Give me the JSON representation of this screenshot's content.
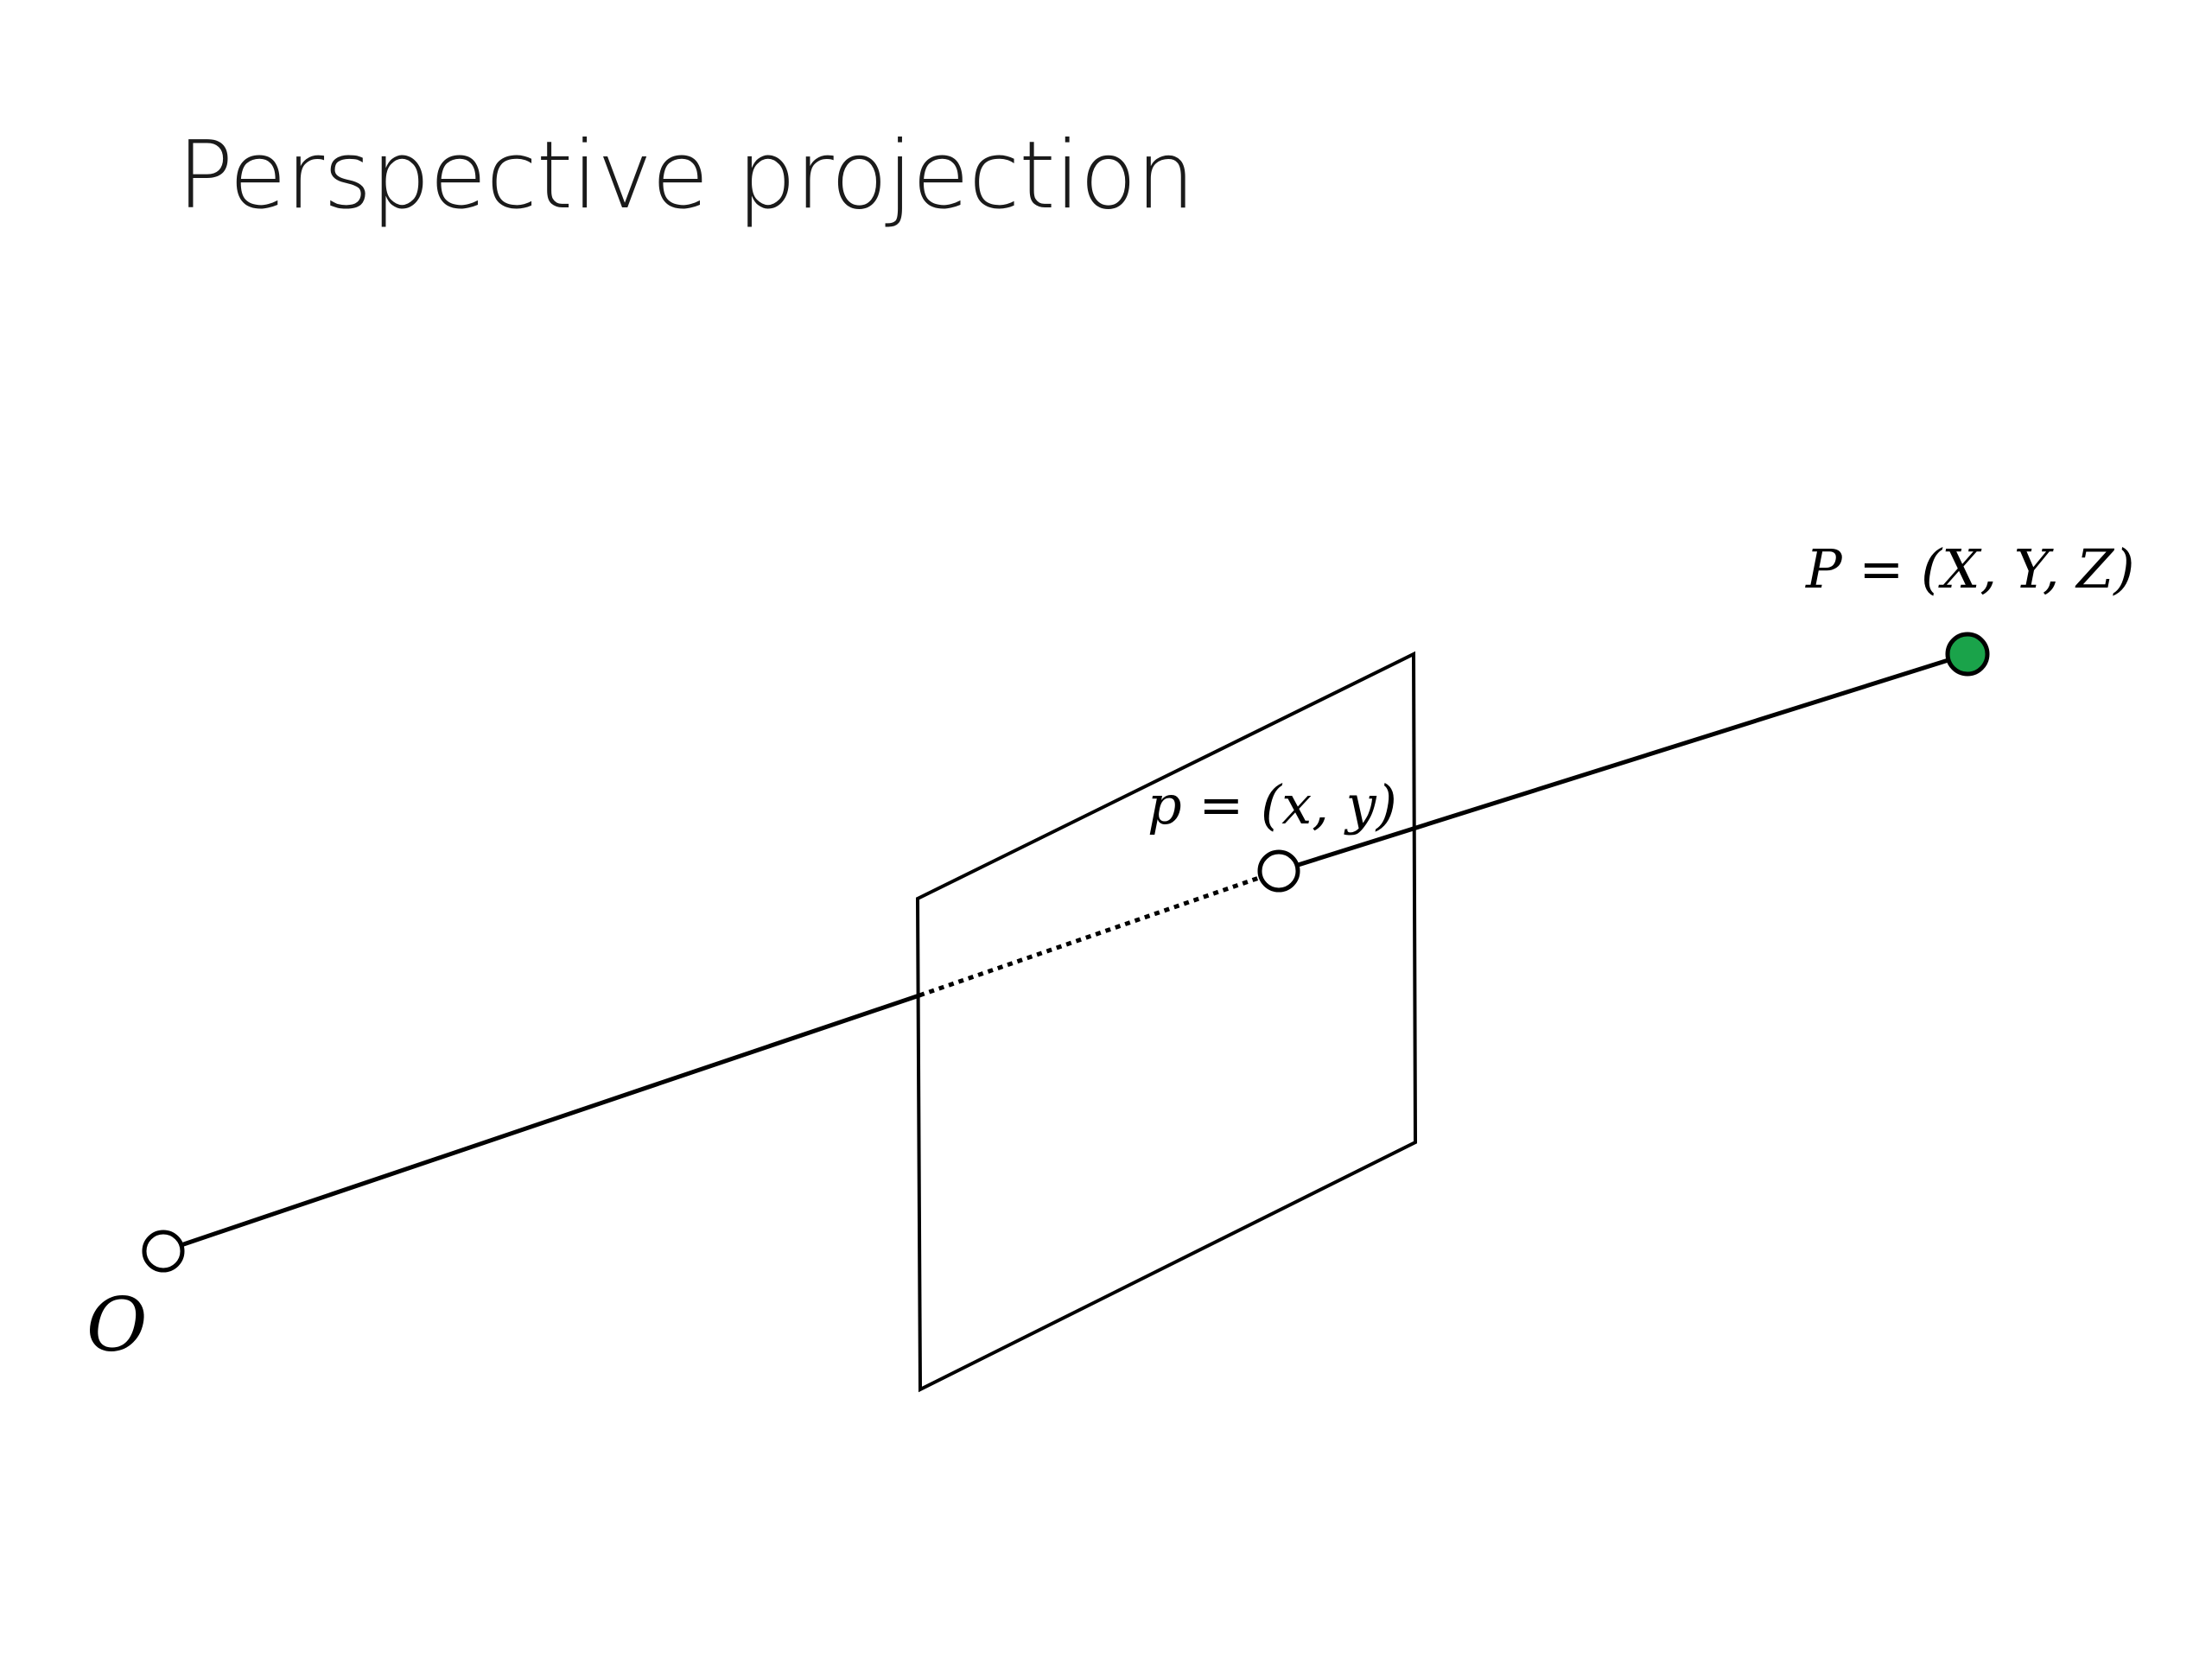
{
  "slide": {
    "title": "Perspective projection"
  },
  "diagram": {
    "labels": {
      "origin": "O",
      "image_point": "p = (x, y)",
      "world_point": "P = (X, Y, Z)"
    },
    "colors": {
      "line": "#000000",
      "world_point_fill": "#1aa34a",
      "image_point_fill": "#ffffff",
      "origin_fill": "#ffffff"
    }
  }
}
